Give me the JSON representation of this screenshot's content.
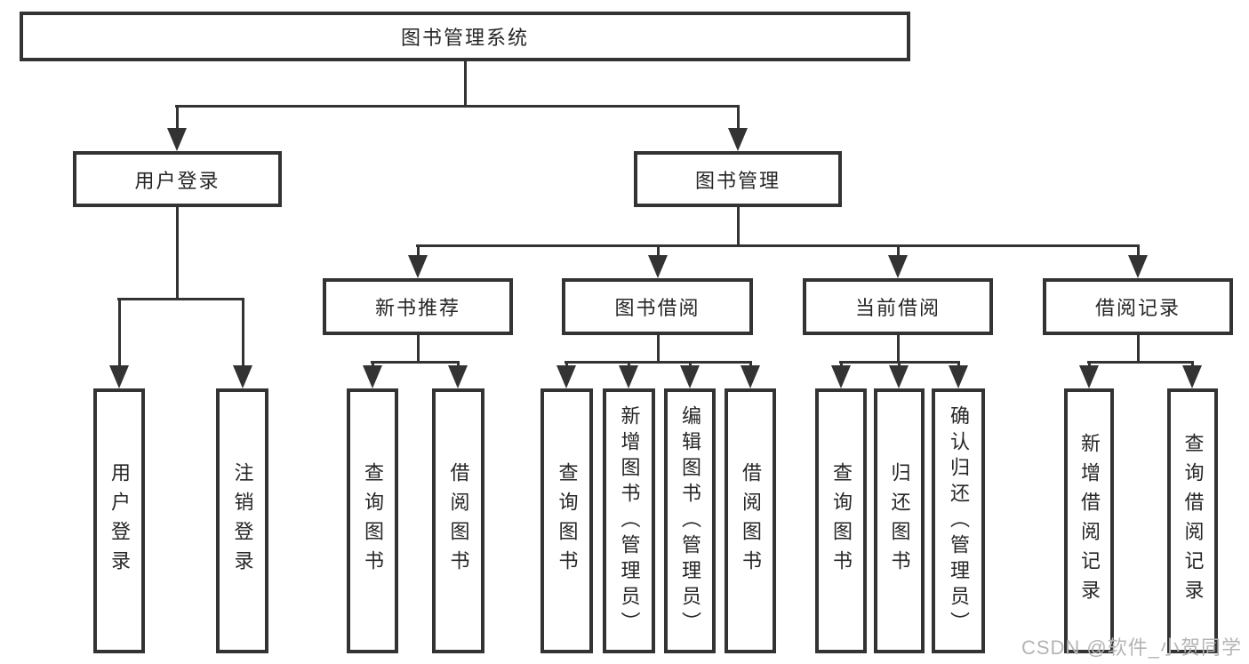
{
  "diagram": {
    "root": {
      "label": "图书管理系统"
    },
    "branches": [
      {
        "label": "用户登录",
        "children": [
          {
            "label": "用户登录"
          },
          {
            "label": "注销登录"
          }
        ]
      },
      {
        "label": "图书管理",
        "children": [
          {
            "label": "新书推荐",
            "children": [
              {
                "label": "查询图书"
              },
              {
                "label": "借阅图书"
              }
            ]
          },
          {
            "label": "图书借阅",
            "children": [
              {
                "label": "查询图书"
              },
              {
                "label": "新增图书（管理员）"
              },
              {
                "label": "编辑图书（管理员）"
              },
              {
                "label": "借阅图书"
              }
            ]
          },
          {
            "label": "当前借阅",
            "children": [
              {
                "label": "查询图书"
              },
              {
                "label": "归还图书"
              },
              {
                "label": "确认归还（管理员）"
              }
            ]
          },
          {
            "label": "借阅记录",
            "children": [
              {
                "label": "新增借阅记录"
              },
              {
                "label": "查询借阅记录"
              }
            ]
          }
        ]
      }
    ],
    "watermark": "CSDN @软件_小贺同学",
    "colors": {
      "line": "#333333",
      "text": "#262626",
      "background": "#ffffff",
      "watermark": "#b4b4b4"
    }
  }
}
